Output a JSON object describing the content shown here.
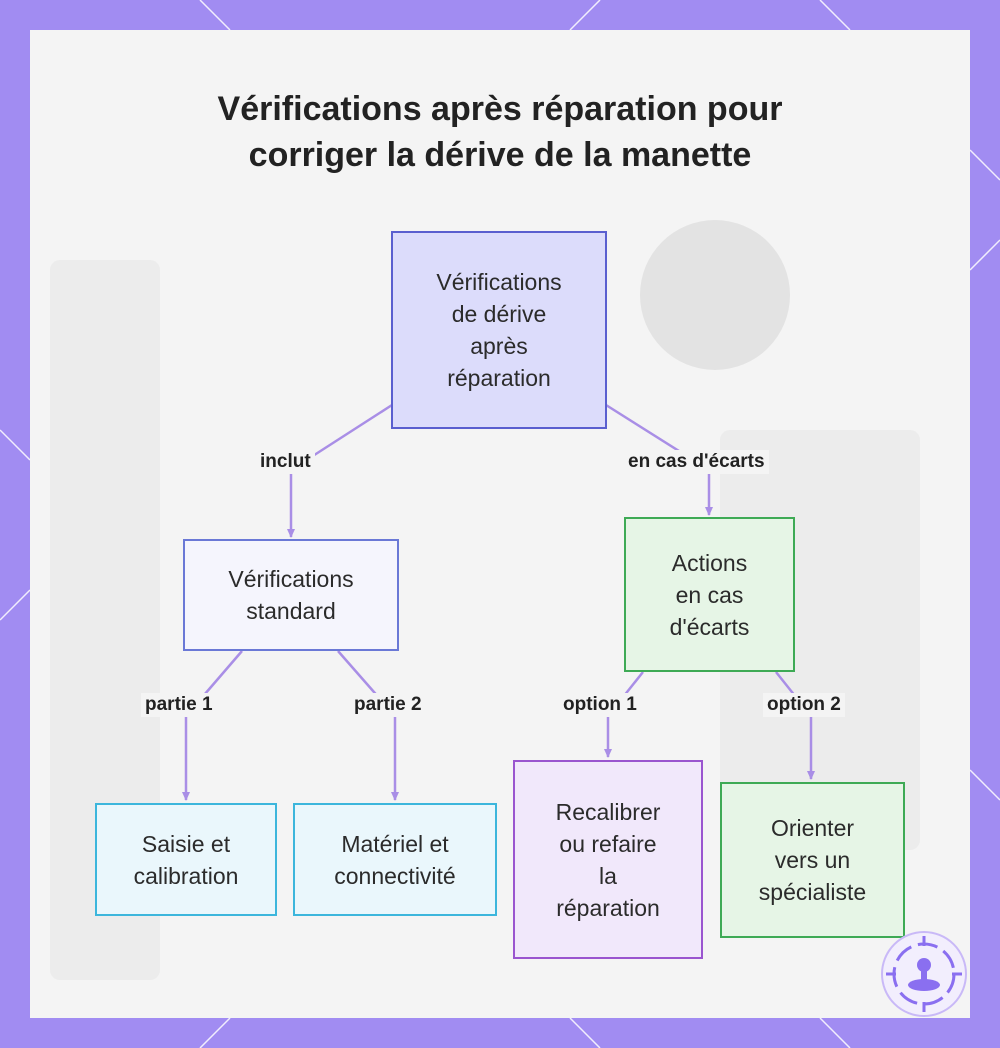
{
  "title": {
    "line1": "Vérifications après réparation pour",
    "line2": "corriger la dérive de la manette"
  },
  "nodes": {
    "root": {
      "lines": [
        "Vérifications",
        "de dérive",
        "après",
        "réparation"
      ]
    },
    "standard": {
      "lines": [
        "Vérifications",
        "standard"
      ]
    },
    "actions": {
      "lines": [
        "Actions",
        "en cas",
        "d'écarts"
      ]
    },
    "saisie": {
      "lines": [
        "Saisie et",
        "calibration"
      ]
    },
    "materiel": {
      "lines": [
        "Matériel et",
        "connectivité"
      ]
    },
    "recalibrer": {
      "lines": [
        "Recalibrer",
        "ou refaire",
        "la",
        "réparation"
      ]
    },
    "orienter": {
      "lines": [
        "Orienter",
        "vers un",
        "spécialiste"
      ]
    }
  },
  "edges": {
    "inclut": "inclut",
    "ecarts": "en cas d'écarts",
    "partie1": "partie 1",
    "partie2": "partie 2",
    "option1": "option 1",
    "option2": "option 2"
  },
  "colors": {
    "frame": "#a18cf2",
    "edge": "#a98ee6",
    "root_fill": "#dcdcfb",
    "root_border": "#5a5fcf",
    "standard_fill": "#f5f5fd",
    "standard_border": "#6a78d6",
    "actions_fill": "#e6f5e6",
    "actions_border": "#3eaa55",
    "leaf_blue_fill": "#eaf7fc",
    "leaf_blue_border": "#3cb6dc",
    "leaf_purple_fill": "#f1e8fb",
    "leaf_purple_border": "#9a55cf",
    "leaf_green_fill": "#e6f5e6",
    "leaf_green_border": "#3eaa55"
  },
  "logo_icon": "joystick-target-icon"
}
